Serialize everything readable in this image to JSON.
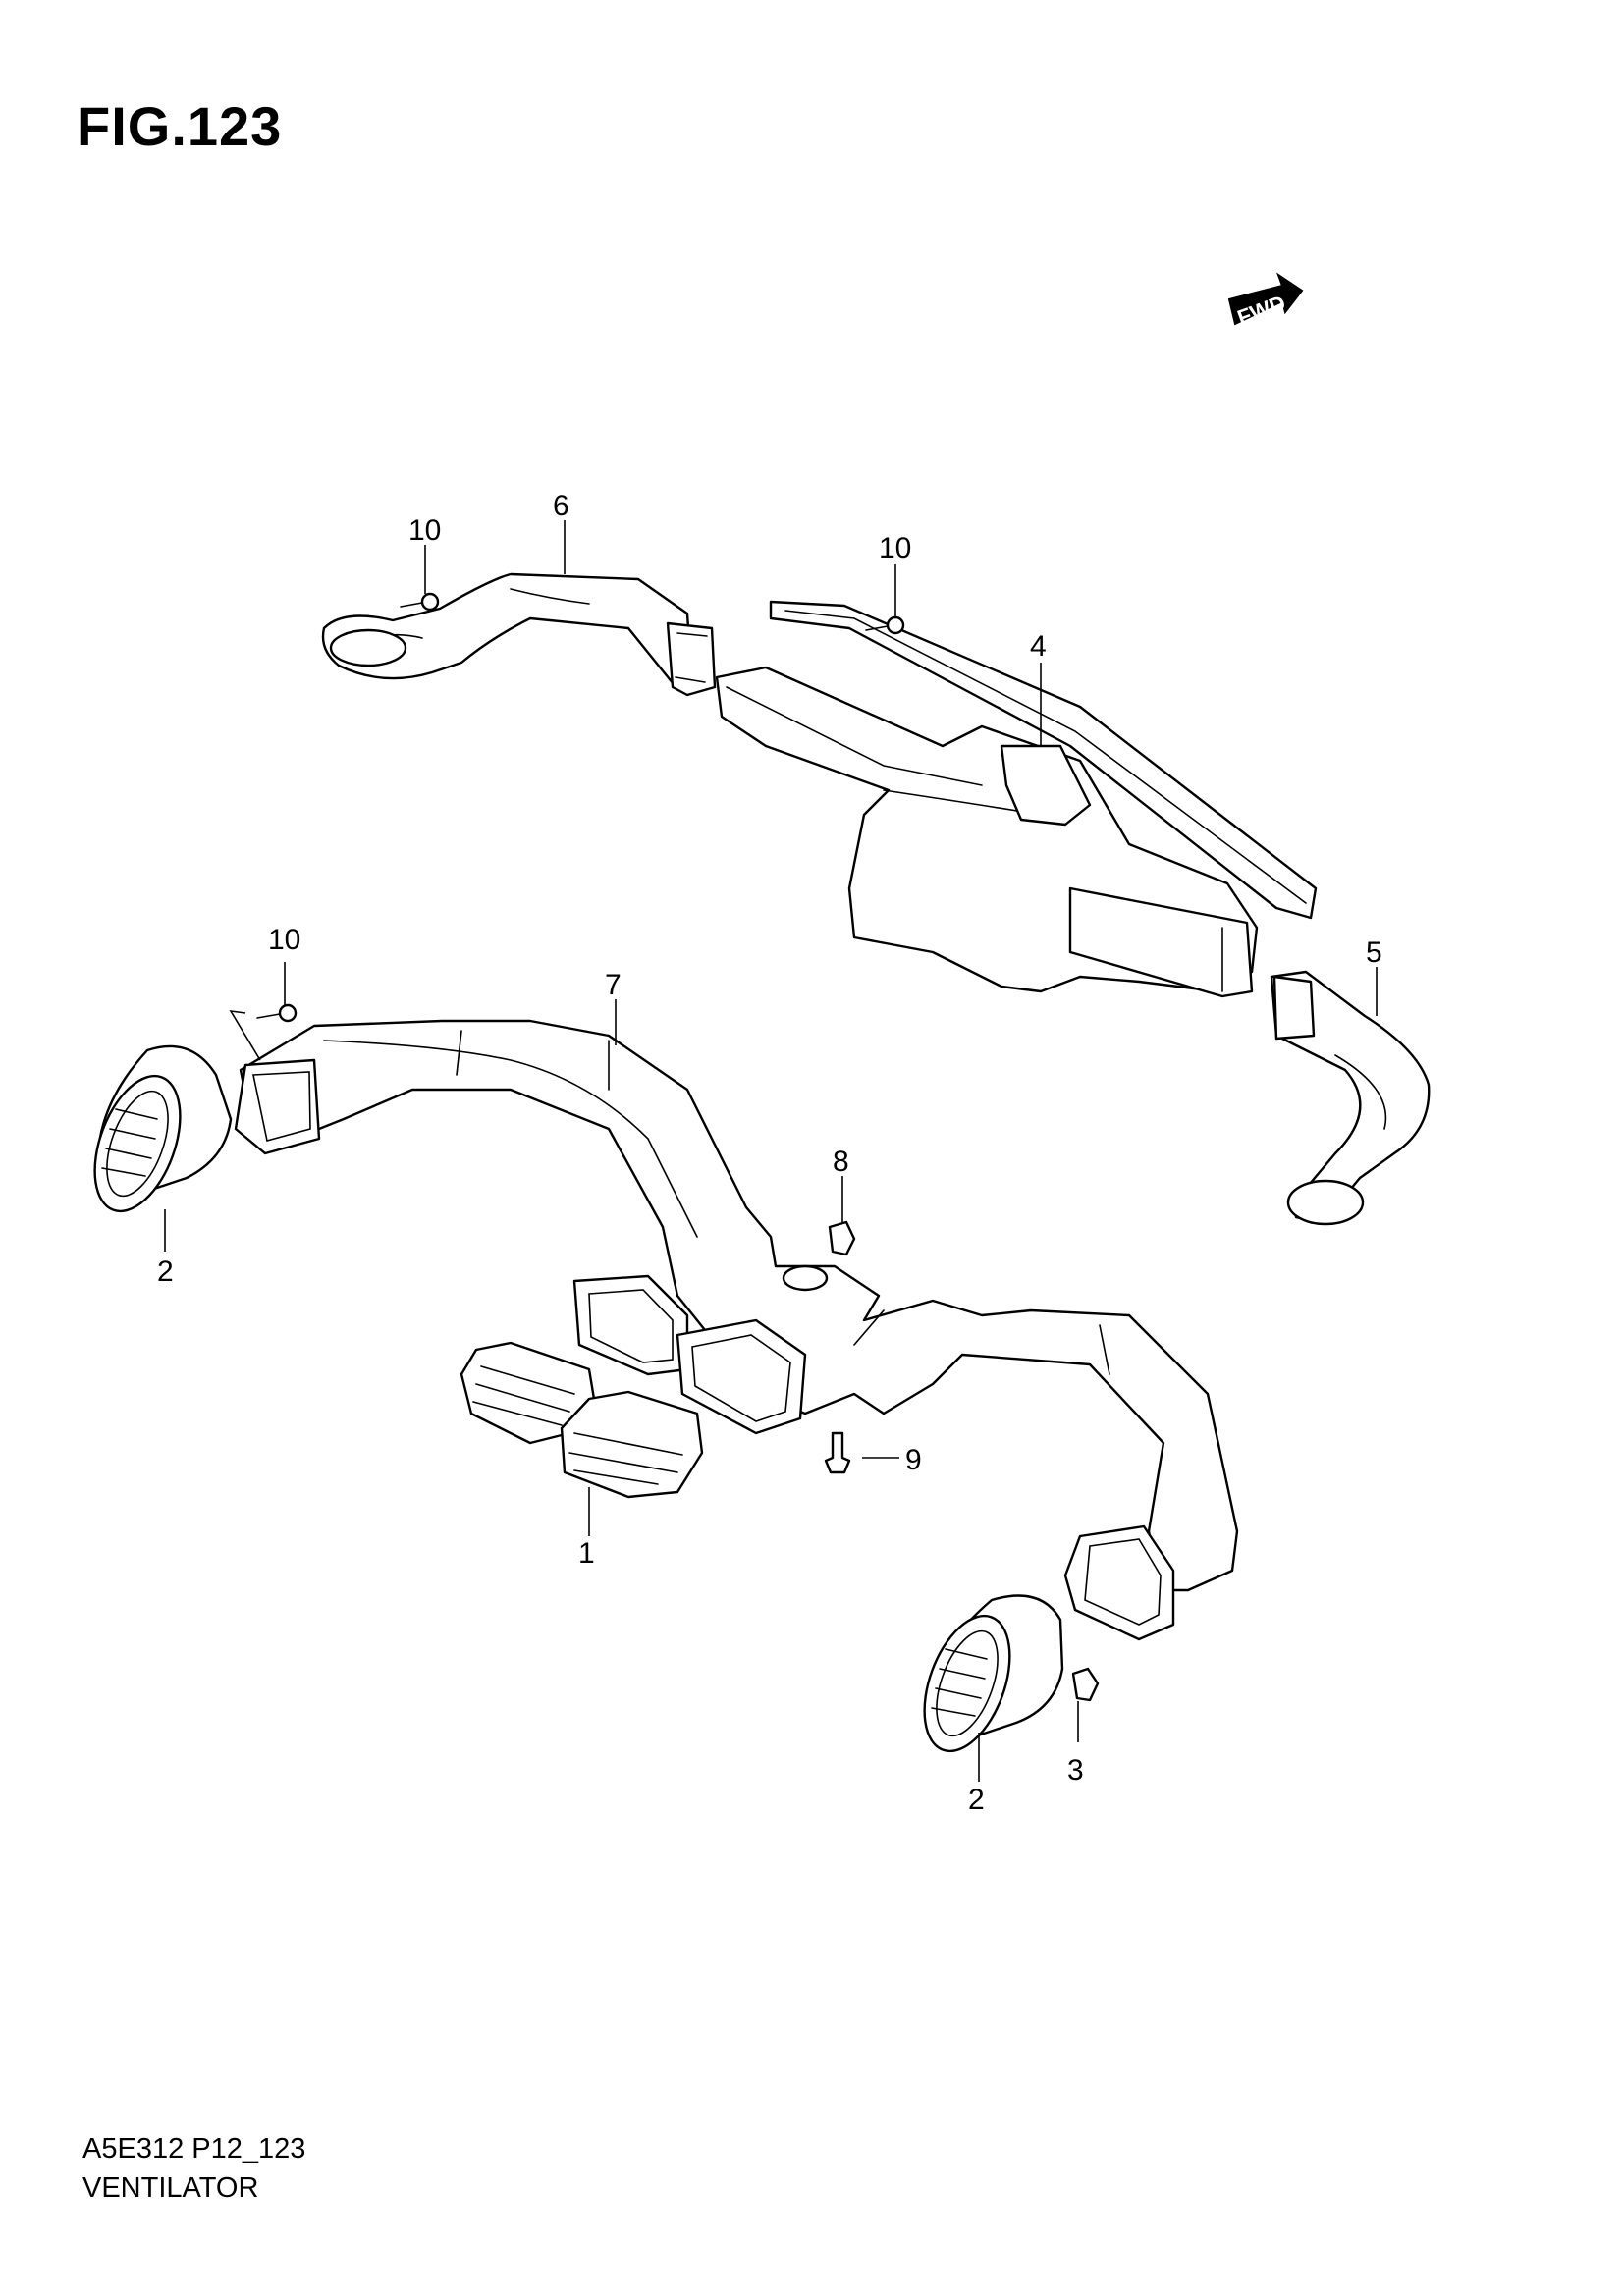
{
  "figure": {
    "title": "FIG.123"
  },
  "direction_badge": {
    "text": "FWD",
    "icon": "fwd-arrow-icon"
  },
  "callouts": [
    {
      "id": "c1",
      "number": "1"
    },
    {
      "id": "c2a",
      "number": "2"
    },
    {
      "id": "c2b",
      "number": "2"
    },
    {
      "id": "c3",
      "number": "3"
    },
    {
      "id": "c4",
      "number": "4"
    },
    {
      "id": "c5",
      "number": "5"
    },
    {
      "id": "c6",
      "number": "6"
    },
    {
      "id": "c7",
      "number": "7"
    },
    {
      "id": "c8",
      "number": "8"
    },
    {
      "id": "c9",
      "number": "9"
    },
    {
      "id": "c10a",
      "number": "10"
    },
    {
      "id": "c10b",
      "number": "10"
    },
    {
      "id": "c10c",
      "number": "10"
    }
  ],
  "footer": {
    "code": "A5E312 P12_123",
    "name": "VENTILATOR"
  }
}
